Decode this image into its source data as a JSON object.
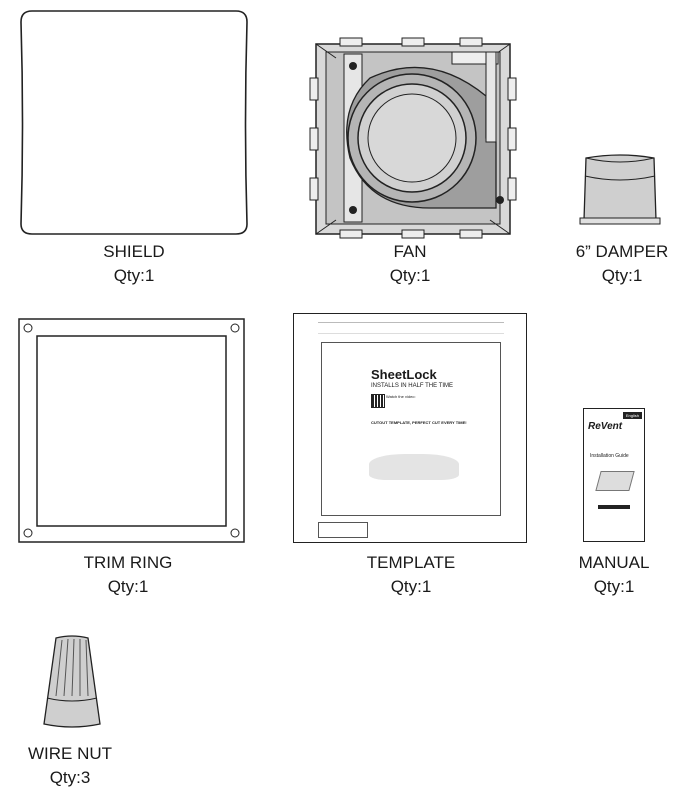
{
  "parts": [
    {
      "name": "SHIELD",
      "qty": "Qty:1"
    },
    {
      "name": "FAN",
      "qty": "Qty:1"
    },
    {
      "name": "6” DAMPER",
      "qty": "Qty:1"
    },
    {
      "name": "TRIM RING",
      "qty": "Qty:1"
    },
    {
      "name": "TEMPLATE",
      "qty": "Qty:1"
    },
    {
      "name": "MANUAL",
      "qty": "Qty:1"
    },
    {
      "name": "WIRE NUT",
      "qty": "Qty:3"
    }
  ],
  "template_sheet": {
    "brand": "SheetLock",
    "tagline": "INSTALLS IN HALF THE TIME",
    "video": "Watch the video:",
    "cutout": "CUTOUT TEMPLATE, PERFECT CUT EVERY TIME!"
  },
  "manual_cover": {
    "language": "English",
    "brand": "ReVent",
    "title": "Installation Guide"
  }
}
